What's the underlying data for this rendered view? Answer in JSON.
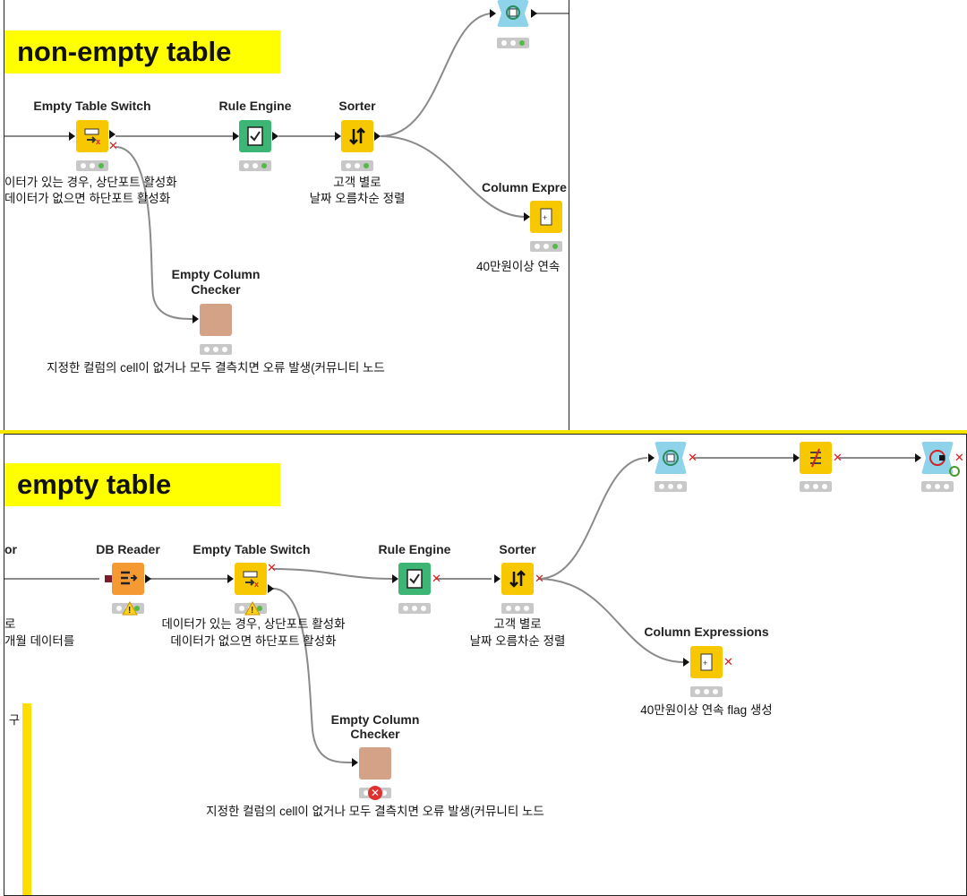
{
  "top": {
    "banner": "non-empty table",
    "nodes": {
      "empty_table_switch": {
        "title": "Empty Table Switch",
        "desc1": "이터가 있는 경우, 상단포트 활성화",
        "desc2": "데이터가 없으면 하단포트 활성화"
      },
      "rule_engine": {
        "title": "Rule Engine"
      },
      "sorter": {
        "title": "Sorter",
        "desc1": "고객 별로",
        "desc2": "날짜 오름차순 정렬"
      },
      "column_expressions": {
        "title": "Column Expre",
        "desc1": "40만원이상 연속"
      },
      "empty_column_checker": {
        "title1": "Empty Column",
        "title2": "Checker",
        "desc1": "지정한 컬럼의 cell이 없거나 모두 결측치면 오류 발생(커뮤니티 노드"
      }
    }
  },
  "bottom": {
    "banner": "empty table",
    "nodes": {
      "cut_left": {
        "title": "or",
        "desc1": "로",
        "desc2": "개월 데이터를"
      },
      "db_reader": {
        "title": "DB Reader"
      },
      "empty_table_switch": {
        "title": "Empty Table Switch",
        "desc1": "데이터가 있는 경우, 상단포트 활성화",
        "desc2": "데이터가 없으면 하단포트 활성화"
      },
      "rule_engine": {
        "title": "Rule Engine"
      },
      "sorter": {
        "title": "Sorter",
        "desc1": "고객 별로",
        "desc2": "날짜 오름차순 정렬"
      },
      "column_expressions": {
        "title": "Column Expressions",
        "desc1": "40만원이상 연속 flag 생성"
      },
      "empty_column_checker": {
        "title1": "Empty Column",
        "title2": "Checker",
        "desc1": "지정한 컬럼의 cell이 없거나 모두 결측치면 오류 발생(커뮤니티 노드"
      },
      "side_char": "구"
    }
  },
  "colors": {
    "banner": "#ffff00",
    "yellow_node": "#f7c800",
    "green_node": "#3db574",
    "orange_node": "#f59a32",
    "tan_node": "#d4a286",
    "blue_node": "#8fd3ea",
    "error": "#e0312f"
  }
}
